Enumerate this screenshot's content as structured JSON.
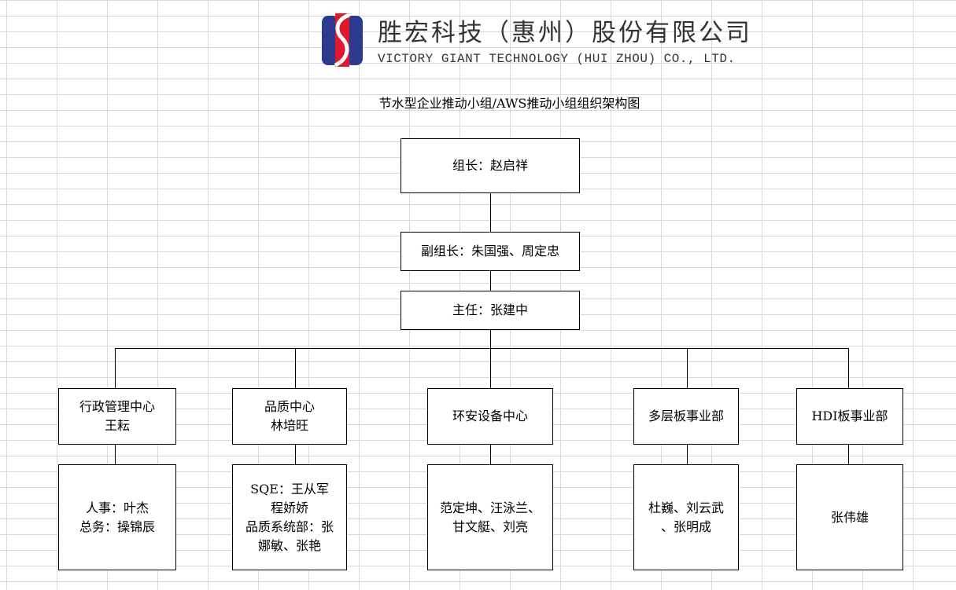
{
  "header": {
    "company_cn": "胜宏科技（惠州）股份有限公司",
    "company_en": "VICTORY GIANT TECHNOLOGY (HUI ZHOU) CO., LTD.",
    "logo_colors": {
      "blue": "#2b3a8f",
      "red": "#e0182d"
    }
  },
  "title": "节水型企业推动小组/AWS推动小组组织架构图",
  "org": {
    "leader": "组长：赵启祥",
    "deputy": "副组长：朱国强、周定忠",
    "director": "主任：张建中",
    "departments": [
      {
        "name": "行政管理中心",
        "head": "王耘",
        "members": [
          "人事：叶杰",
          "总务：操锦辰"
        ]
      },
      {
        "name": "品质中心",
        "head": "林培旺",
        "members": [
          "SQE：王从军",
          "程娇娇",
          "品质系统部：张",
          "娜敏、张艳"
        ]
      },
      {
        "name": "环安设备中心",
        "head": "",
        "members": [
          "范定坤、汪泳兰、",
          "甘文艇、刘亮"
        ]
      },
      {
        "name": "多层板事业部",
        "head": "",
        "members": [
          "杜巍、刘云武",
          "、张明成"
        ]
      },
      {
        "name": "HDI板事业部",
        "head": "",
        "members": [
          "张伟雄"
        ]
      }
    ]
  }
}
